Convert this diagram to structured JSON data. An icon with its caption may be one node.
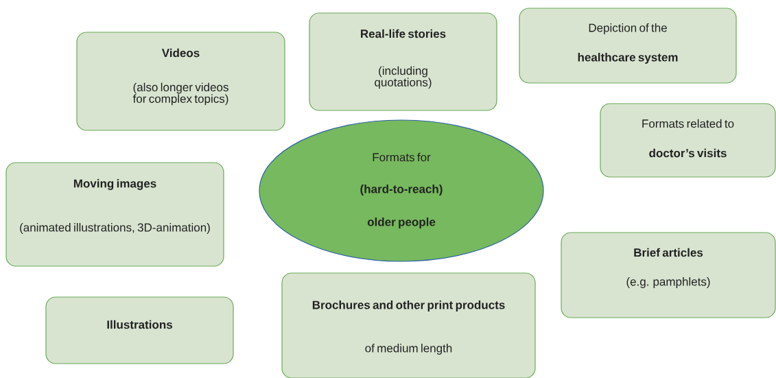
{
  "diagram": {
    "nodes": [
      {
        "text": [
          "Videos",
          "(also longer videos for complex topics)"
        ]
      },
      {
        "text": [
          "Real-life stories",
          "(including quotations)"
        ]
      },
      {
        "text": [
          "Depiction of the",
          "healthcare system"
        ]
      },
      {
        "text": [
          "Formats related to",
          "doctor’s visits"
        ]
      },
      {
        "text": [
          "Formats for",
          "(hard-to-reach)",
          "older people"
        ]
      },
      {
        "text": [
          "Moving images",
          "(animated illustrations, 3D-animation)"
        ]
      },
      {
        "text": [
          "Brief articles",
          "(e.g. pamphlets)"
        ]
      },
      {
        "text": [
          "Illustrations"
        ]
      },
      {
        "text": [
          "Brochures and other print products",
          "of medium length"
        ]
      }
    ]
  }
}
